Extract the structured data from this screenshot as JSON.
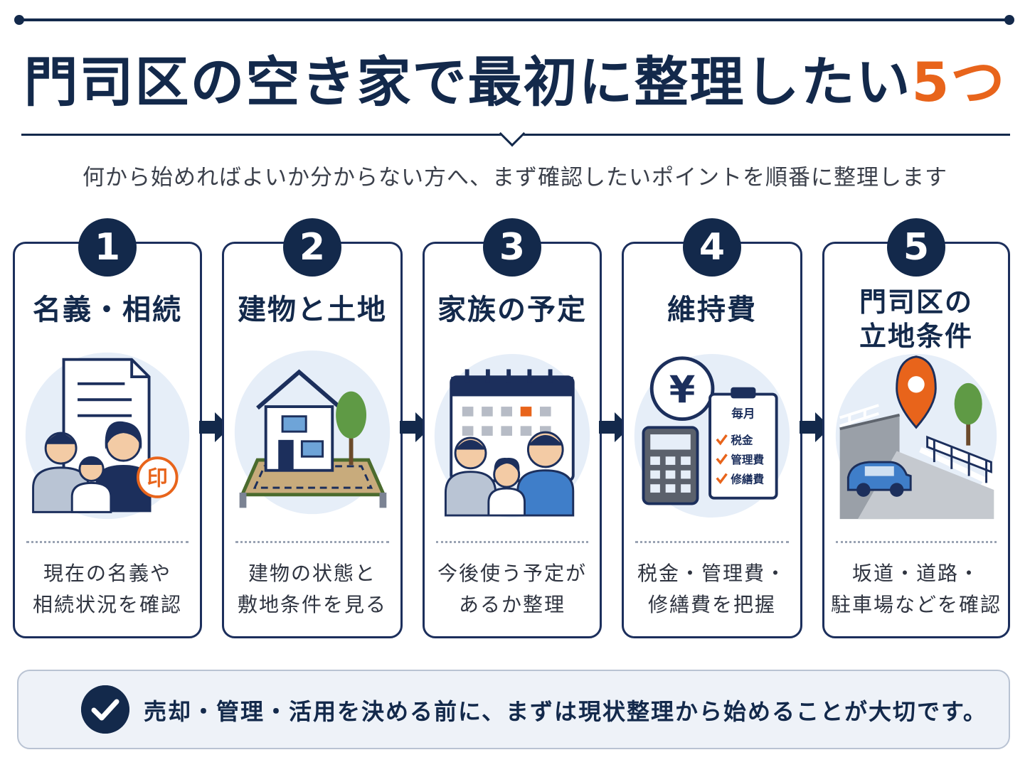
{
  "header": {
    "title_main": "門司区の空き家で最初に整理したい",
    "title_accent": "5つ",
    "subtitle": "何から始めればよいか分からない方へ、まず確認したいポイントを順番に整理します"
  },
  "steps": [
    {
      "number": "1",
      "title_line1": "名義・相続",
      "title_line2": "",
      "desc_line1": "現在の名義や",
      "desc_line2": "相続状況を確認",
      "icon": "document-family-seal-icon",
      "seal_text": "印"
    },
    {
      "number": "2",
      "title_line1": "建物と土地",
      "title_line2": "",
      "desc_line1": "建物の状態と",
      "desc_line2": "敷地条件を見る",
      "icon": "house-lot-icon"
    },
    {
      "number": "3",
      "title_line1": "家族の予定",
      "title_line2": "",
      "desc_line1": "今後使う予定が",
      "desc_line2": "あるか整理",
      "icon": "calendar-family-icon"
    },
    {
      "number": "4",
      "title_line1": "維持費",
      "title_line2": "",
      "desc_line1": "税金・管理費・",
      "desc_line2": "修繕費を把握",
      "icon": "yen-calculator-checklist-icon",
      "yen": "¥",
      "checklist_title": "毎月",
      "checklist_items": [
        "税金",
        "管理費",
        "修繕費"
      ]
    },
    {
      "number": "5",
      "title_line1": "門司区の",
      "title_line2": "立地条件",
      "desc_line1": "坂道・道路・",
      "desc_line2": "駐車場などを確認",
      "icon": "map-pin-road-car-icon"
    }
  ],
  "footer": {
    "text": "売却・管理・活用を決める前に、まずは現状整理から始めることが大切です。",
    "icon": "check-circle-icon"
  },
  "colors": {
    "navy": "#13294b",
    "accent": "#e8641b",
    "card_border": "#1c2f5c",
    "footer_bg": "#eef2f8"
  }
}
